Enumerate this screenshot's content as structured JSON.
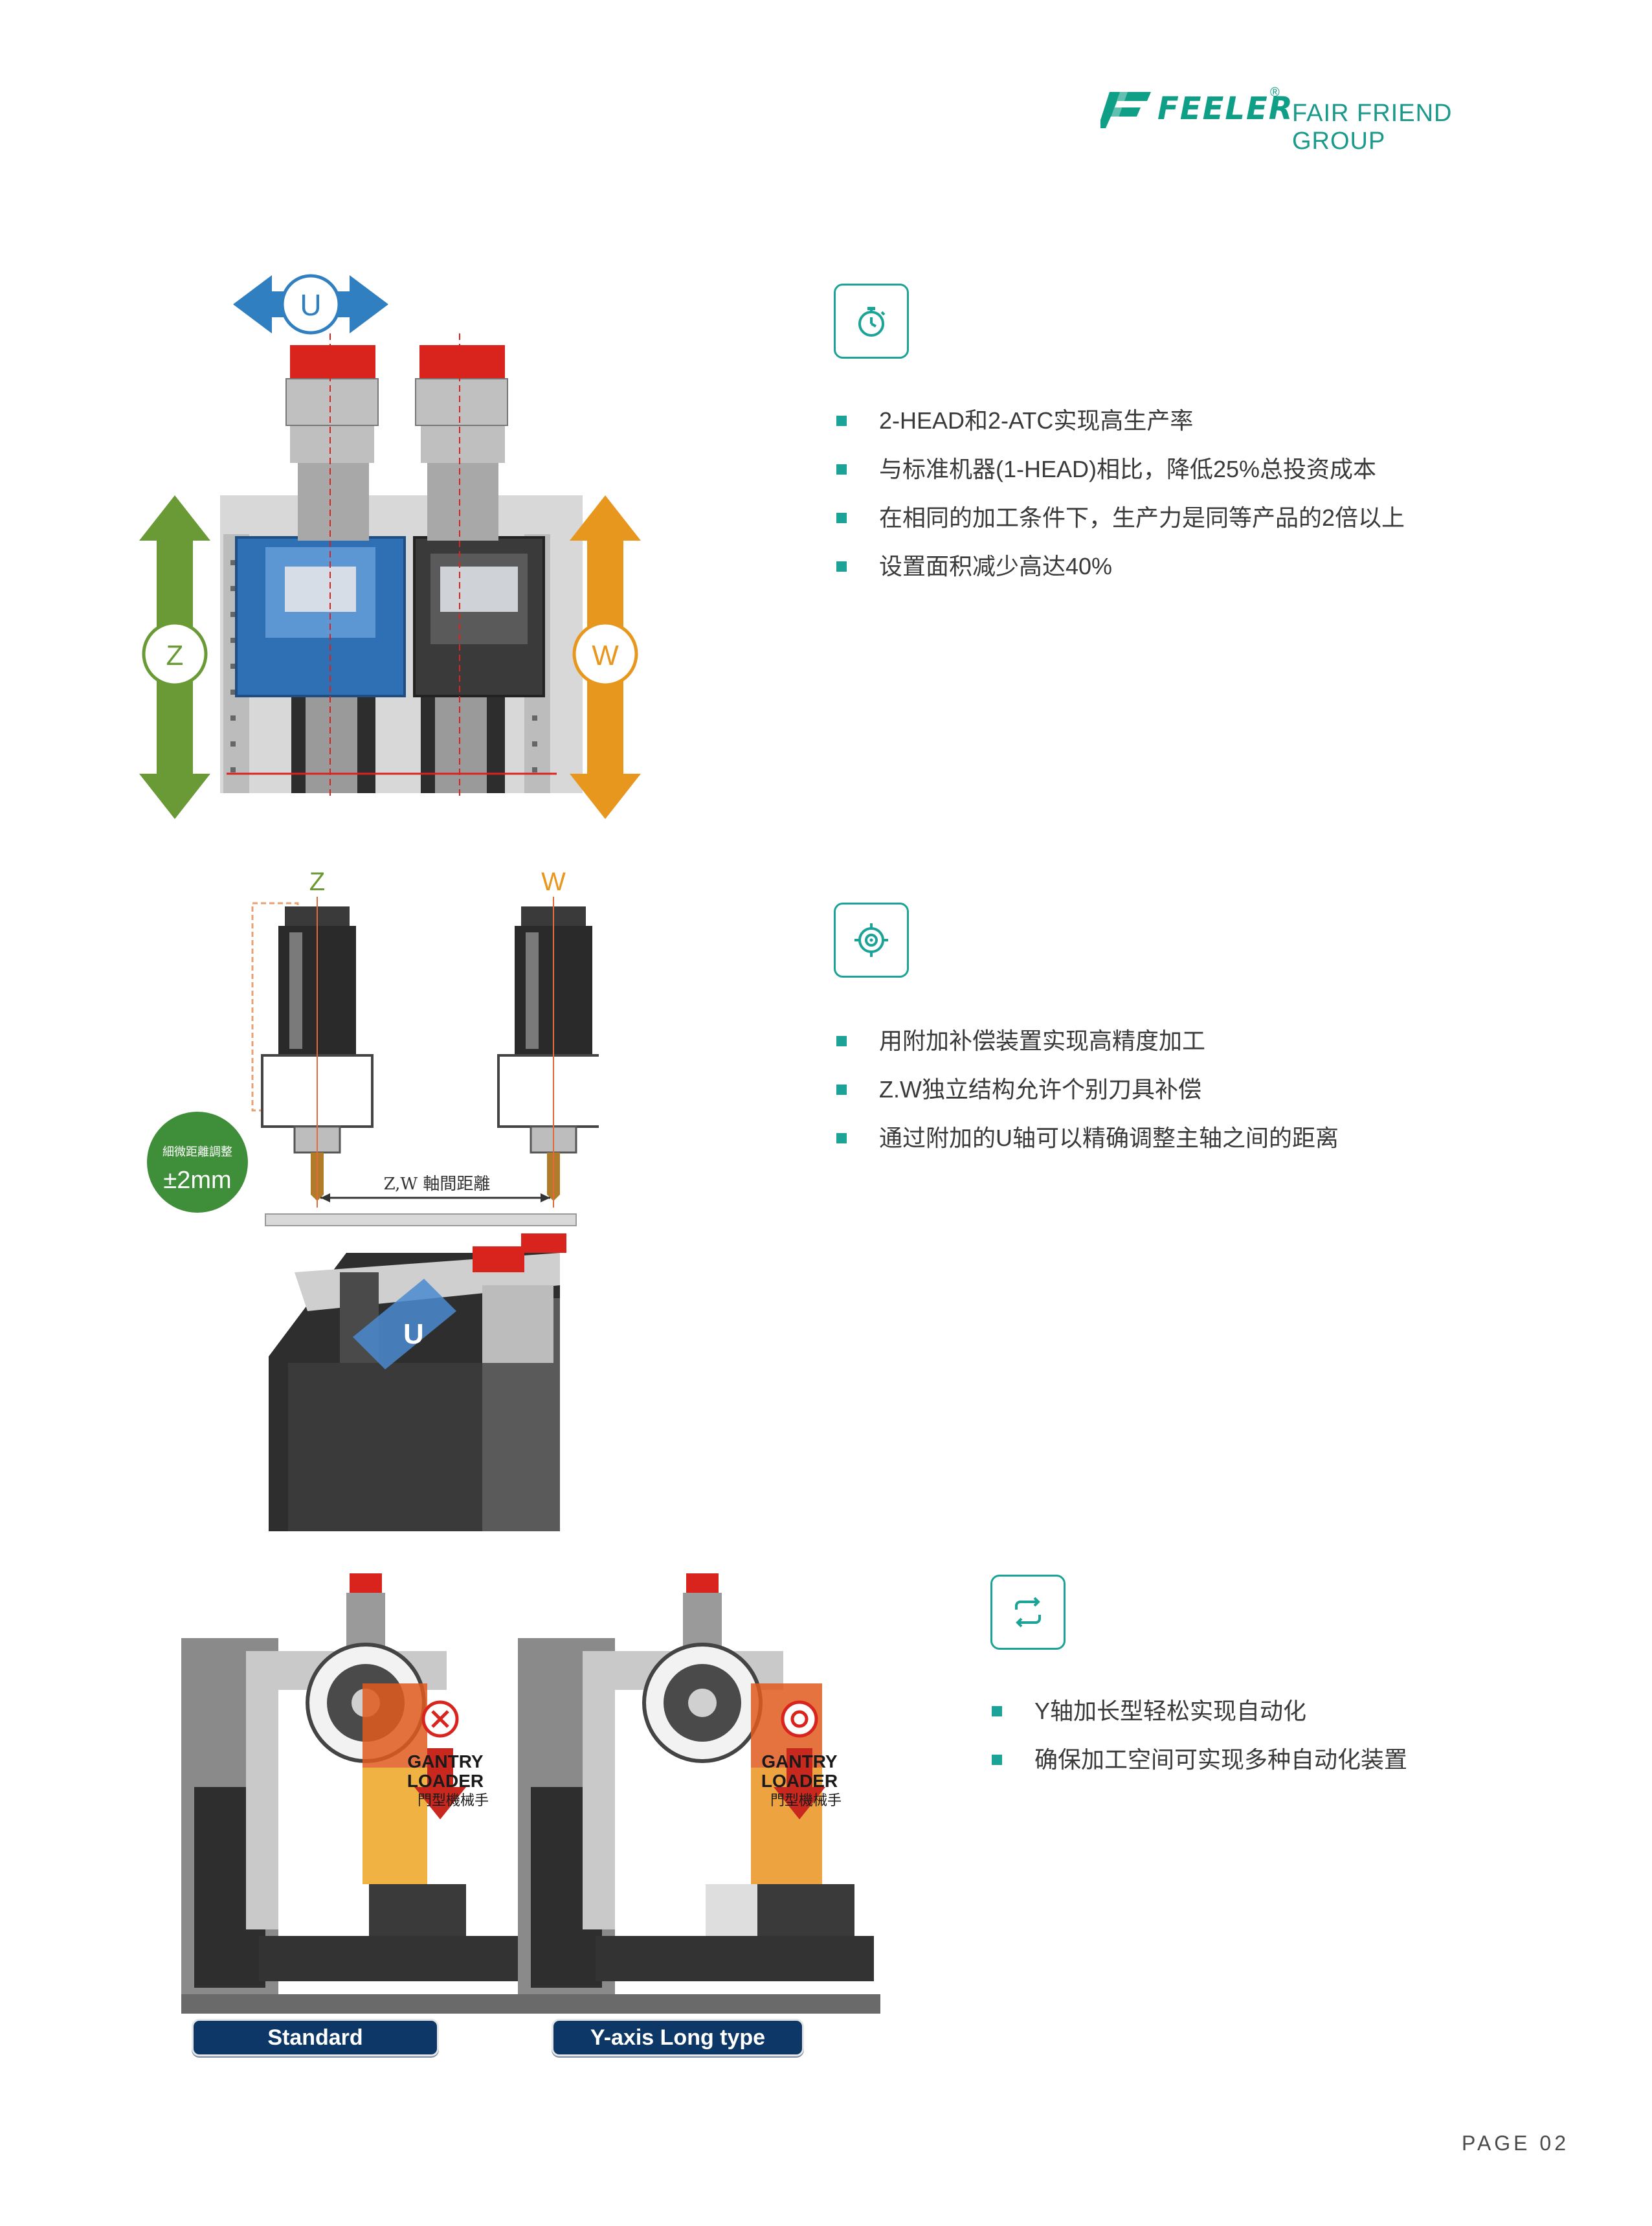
{
  "header": {
    "brand_name": "FEELER",
    "registered_mark": "®",
    "group_name": "FAIR FRIEND GROUP"
  },
  "sections": [
    {
      "icon": "stopwatch-icon",
      "bullets": [
        "2-HEAD和2-ATC实现高生产率",
        "与标准机器(1-HEAD)相比，降低25%总投资成本",
        "在相同的加工条件下，生产力是同等产品的2倍以上",
        "设置面积减少高达40%"
      ]
    },
    {
      "icon": "target-icon",
      "bullets": [
        "用附加补偿装置实现高精度加工",
        "Z.W独立结构允许个别刀具补偿",
        "通过附加的U轴可以精确调整主轴之间的距离"
      ]
    },
    {
      "icon": "repeat-icon",
      "bullets": [
        "Y轴加长型轻松实现自动化",
        "确保加工空间可实现多种自动化装置"
      ]
    }
  ],
  "illustration_1": {
    "axis_u": "U",
    "axis_z": "Z",
    "axis_w": "W"
  },
  "illustration_2": {
    "spindle_z": "Z",
    "spindle_w": "W",
    "badge_caption": "細微距離調整",
    "badge_value": "±2mm",
    "distance_label": "Z,W 軸間距離",
    "axis_u": "U"
  },
  "illustration_3": {
    "loader_line1": "GANTRY",
    "loader_line2": "LOADER",
    "loader_line3": "門型機械手",
    "label_standard": "Standard",
    "label_long": "Y-axis Long type"
  },
  "footer": {
    "page_label": "PAGE 02"
  },
  "colors": {
    "accent": "#1aa396",
    "u_arrow": "#2f7fc1",
    "z_arrow": "#6a9a35",
    "w_arrow": "#e8971e",
    "label_pill": "#0c3766"
  }
}
